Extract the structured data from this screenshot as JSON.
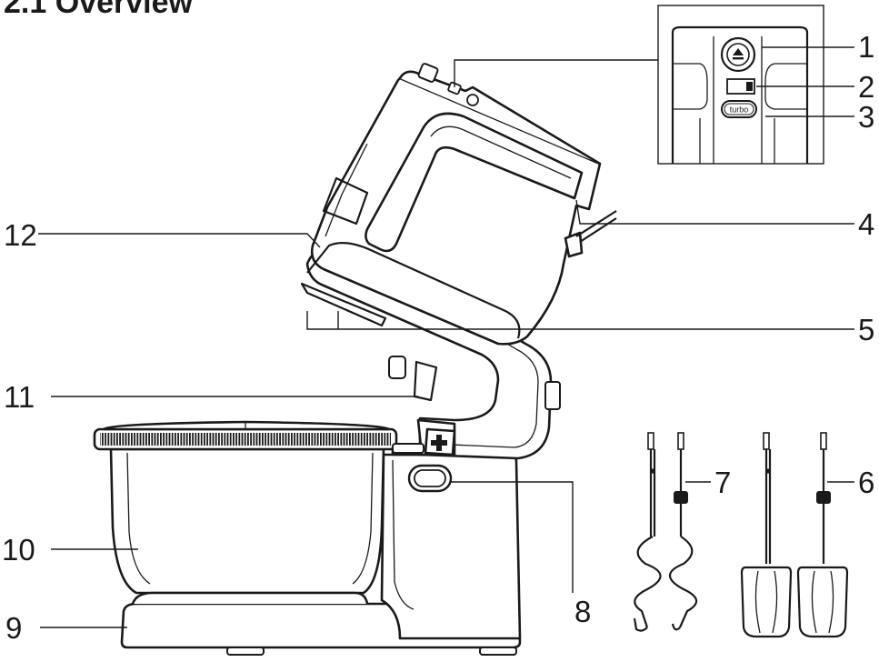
{
  "header": {
    "title": "2.1 Overview"
  },
  "inset": {
    "turbo_label": "turbo"
  },
  "callouts": [
    {
      "id": "c1",
      "number": "1"
    },
    {
      "id": "c2",
      "number": "2"
    },
    {
      "id": "c3",
      "number": "3"
    },
    {
      "id": "c4",
      "number": "4"
    },
    {
      "id": "c5",
      "number": "5"
    },
    {
      "id": "c6",
      "number": "6"
    },
    {
      "id": "c7",
      "number": "7"
    },
    {
      "id": "c8",
      "number": "8"
    },
    {
      "id": "c9",
      "number": "9"
    },
    {
      "id": "c10",
      "number": "10"
    },
    {
      "id": "c11",
      "number": "11"
    },
    {
      "id": "c12",
      "number": "12"
    }
  ]
}
